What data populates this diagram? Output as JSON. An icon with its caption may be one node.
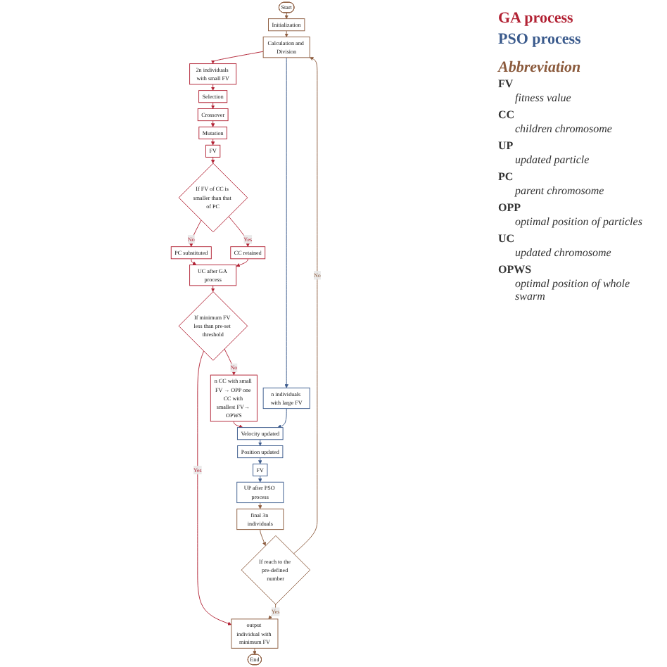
{
  "diagram": {
    "nodes": [
      {
        "text": [
          "Start"
        ]
      },
      {
        "text": [
          "Initialization"
        ]
      },
      {
        "text": [
          "Calculation and Division"
        ]
      },
      {
        "text": [
          "2n individuals with small FV"
        ]
      },
      {
        "text": [
          "n individuals with large FV"
        ]
      },
      {
        "text": [
          "Selection"
        ]
      },
      {
        "text": [
          "Crossover"
        ]
      },
      {
        "text": [
          "Mutation"
        ]
      },
      {
        "text": [
          "FV"
        ]
      },
      {
        "text": [
          "If FV of CC is smaller than that of PC"
        ]
      },
      {
        "text": [
          "PC substituted"
        ]
      },
      {
        "text": [
          "CC retained"
        ]
      },
      {
        "text": [
          "UC after GA process"
        ]
      },
      {
        "text": [
          "If minimum FV less than pre-set threshold"
        ]
      },
      {
        "text": [
          "n CC with small FV → OPP one CC with smallest FV→ OPWS"
        ]
      },
      {
        "text": [
          "Velocity updated"
        ]
      },
      {
        "text": [
          "Position updated"
        ]
      },
      {
        "text": [
          "FV"
        ]
      },
      {
        "text": [
          "UP after PSO process"
        ]
      },
      {
        "text": [
          "final 3n individuals"
        ]
      },
      {
        "text": [
          "If reach to the pre-defined number"
        ]
      },
      {
        "text": [
          "output individual with minimum FV"
        ]
      },
      {
        "text": [
          "End"
        ]
      }
    ],
    "edges": [
      {
        "from": 0,
        "to": 1,
        "arrow": "to",
        "color": "#8b5a3c"
      },
      {
        "from": 1,
        "to": 2,
        "arrow": "to",
        "color": "#8b5a3c"
      },
      {
        "from": 2,
        "to": 3,
        "arrow": "to"
      },
      {
        "from": 2,
        "to": 4,
        "arrow": "to",
        "color": "#3a5a8c"
      },
      {
        "from": 3,
        "to": 5,
        "arrow": "to"
      },
      {
        "from": 5,
        "to": 6,
        "arrow": "to"
      },
      {
        "from": 6,
        "to": 7,
        "arrow": "to"
      },
      {
        "from": 7,
        "to": 8,
        "arrow": "to"
      },
      {
        "from": 8,
        "to": 9,
        "arrow": "to"
      },
      {
        "from": 9,
        "to": 10,
        "arrow": "to",
        "label": "No"
      },
      {
        "from": 9,
        "to": 11,
        "arrow": "to",
        "label": "Yes"
      },
      {
        "from": 10,
        "to": 12,
        "arrow": "to"
      },
      {
        "from": 11,
        "to": 12,
        "arrow": "to"
      },
      {
        "from": 12,
        "to": 13,
        "arrow": "to"
      },
      {
        "from": 13,
        "to": 14,
        "arrow": "to",
        "label": "No"
      },
      {
        "from": 13,
        "to": 21,
        "arrow": "to",
        "label": "Yes"
      },
      {
        "from": 14,
        "to": 15,
        "arrow": "to"
      },
      {
        "from": 4,
        "to": 15,
        "arrow": "to",
        "color": "#3a5a8c"
      },
      {
        "from": 15,
        "to": 16,
        "arrow": "to",
        "color": "#3a5a8c"
      },
      {
        "from": 16,
        "to": 17,
        "arrow": "to",
        "color": "#3a5a8c"
      },
      {
        "from": 17,
        "to": 18,
        "arrow": "to",
        "color": "#3a5a8c"
      },
      {
        "from": 18,
        "to": 19,
        "arrow": "to",
        "color": "#8b5a3c"
      },
      {
        "from": 19,
        "to": 20,
        "arrow": "to",
        "color": "#8b5a3c"
      },
      {
        "from": 20,
        "to": 21,
        "arrow": "to",
        "label": "Yes",
        "color": "#8b5a3c"
      },
      {
        "from": 20,
        "to": 2,
        "arrow": "to",
        "label": "No",
        "color": "#8b5a3c"
      },
      {
        "from": 21,
        "to": 22,
        "arrow": "to",
        "color": "#8b5a3c"
      }
    ],
    "labels": [
      "GA process",
      "PSO process",
      "Abbreviation",
      "FV",
      "fitness value",
      "CC",
      "children chromosome",
      "UP",
      "updated particle",
      "PC",
      "parent chromosome",
      "OPP",
      "optimal position of particles",
      "UC",
      "updated chromosome",
      "OPWS",
      "optimal position of whole swarm"
    ]
  }
}
